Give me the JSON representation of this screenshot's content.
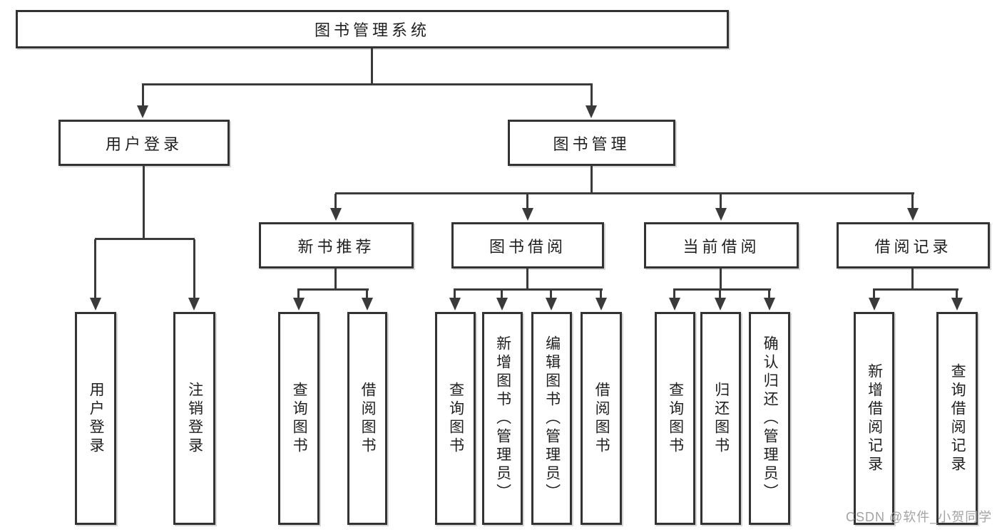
{
  "colors": {
    "line": "#3a3a3a",
    "box_border": "#333333",
    "text": "#1f1f1f",
    "watermark": "#a3a3a3",
    "background": "#ffffff"
  },
  "watermark": {
    "text": "CSDN @软件_小贺同学"
  },
  "tree": {
    "label": "图书管理系统",
    "children": [
      {
        "label": "用户登录",
        "children": [
          {
            "label": "用户登录"
          },
          {
            "label": "注销登录"
          }
        ]
      },
      {
        "label": "图书管理",
        "children": [
          {
            "label": "新书推荐",
            "children": [
              {
                "label": "查询图书"
              },
              {
                "label": "借阅图书"
              }
            ]
          },
          {
            "label": "图书借阅",
            "children": [
              {
                "label": "查询图书"
              },
              {
                "label": "新增图书（管理员）"
              },
              {
                "label": "编辑图书（管理员）"
              },
              {
                "label": "借阅图书"
              }
            ]
          },
          {
            "label": "当前借阅",
            "children": [
              {
                "label": "查询图书"
              },
              {
                "label": "归还图书"
              },
              {
                "label": "确认归还（管理员）"
              }
            ]
          },
          {
            "label": "借阅记录",
            "children": [
              {
                "label": "新增借阅记录"
              },
              {
                "label": "查询借阅记录"
              }
            ]
          }
        ]
      }
    ]
  }
}
